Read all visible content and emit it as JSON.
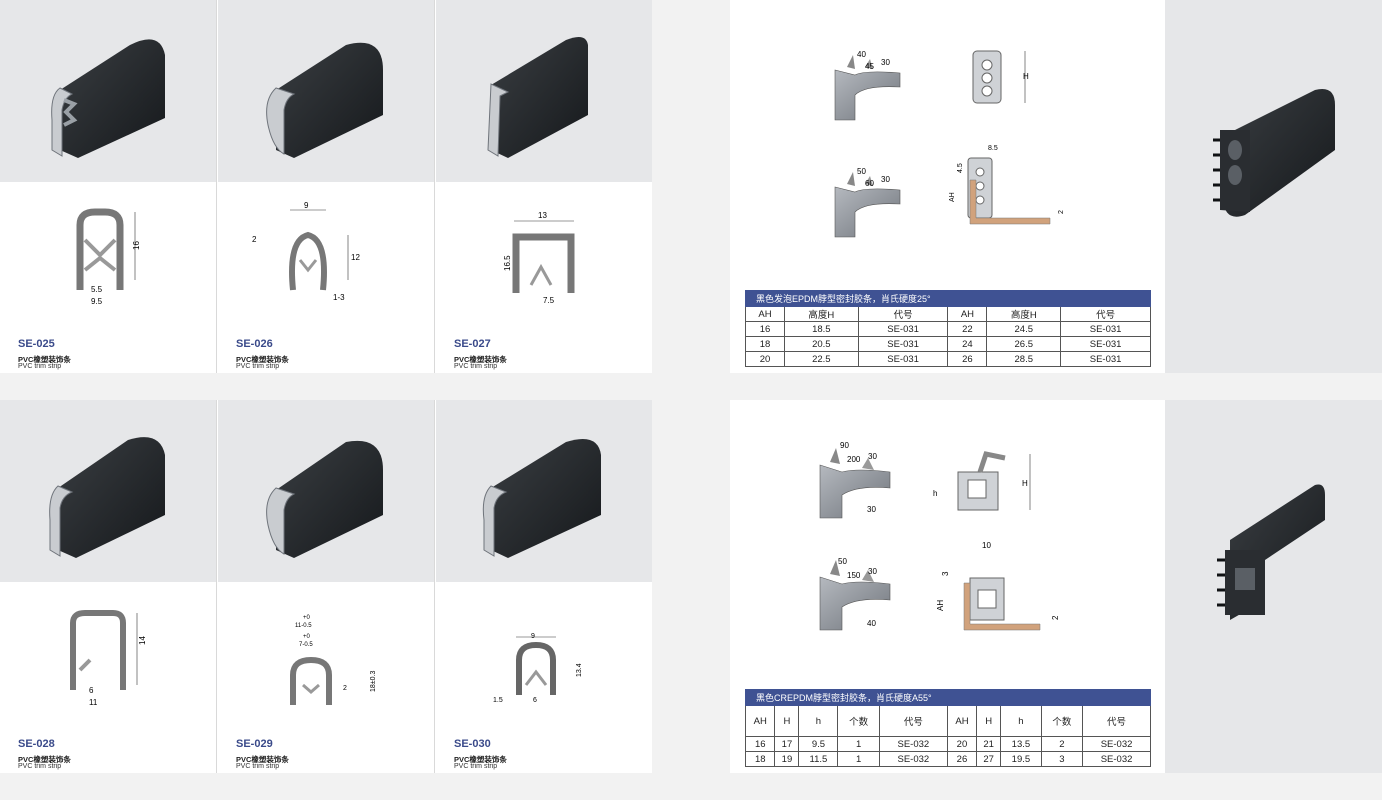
{
  "catalog": {
    "products": [
      {
        "code": "SE-025",
        "name_cn": "PVC橡塑装饰条",
        "name_en": "PVC trim strip",
        "dims": [
          "16",
          "5.5",
          "9.5"
        ]
      },
      {
        "code": "SE-026",
        "name_cn": "PVC橡塑装饰条",
        "name_en": "PVC trim strip",
        "dims": [
          "9",
          "2",
          "12",
          "1-3"
        ]
      },
      {
        "code": "SE-027",
        "name_cn": "PVC橡塑装饰条",
        "name_en": "PVC trim strip",
        "dims": [
          "13",
          "16.5",
          "7.5"
        ]
      },
      {
        "code": "SE-028",
        "name_cn": "PVC橡塑装饰条",
        "name_en": "PVC trim strip",
        "dims": [
          "14",
          "6",
          "11"
        ]
      },
      {
        "code": "SE-029",
        "name_cn": "PVC橡塑装饰条",
        "name_en": "PVC trim strip",
        "dims": [
          "+0",
          "11-0.5",
          "+0",
          "7-0.5",
          "2",
          "18±0.3"
        ]
      },
      {
        "code": "SE-030",
        "name_cn": "PVC橡塑装饰条",
        "name_en": "PVC trim strip",
        "dims": [
          "9",
          "13.4",
          "1.5",
          "6"
        ]
      }
    ],
    "se031": {
      "angles_a": [
        "40",
        "45",
        "30"
      ],
      "angles_b": [
        "50",
        "60",
        "30"
      ],
      "dims": [
        "H",
        "8.5",
        "4.5",
        "AH",
        "2"
      ],
      "caption": "黑色发泡EPDM脖型密封胶条，肖氏硬度25°",
      "headers": [
        "AH",
        "高度H",
        "代号",
        "AH",
        "高度H",
        "代号"
      ],
      "rows": [
        [
          "16",
          "18.5",
          "SE-031",
          "22",
          "24.5",
          "SE-031"
        ],
        [
          "18",
          "20.5",
          "SE-031",
          "24",
          "26.5",
          "SE-031"
        ],
        [
          "20",
          "22.5",
          "SE-031",
          "26",
          "28.5",
          "SE-031"
        ]
      ]
    },
    "se032": {
      "angles_a": [
        "90",
        "200",
        "30",
        "30"
      ],
      "angles_b": [
        "50",
        "150",
        "30",
        "40"
      ],
      "dims": [
        "h",
        "H",
        "10",
        "3",
        "AH",
        "2"
      ],
      "caption": "黑色CREPDM脖型密封胶条，肖氏硬度A55°",
      "headers": [
        "AH",
        "H",
        "h",
        "个数",
        "代号",
        "AH",
        "H",
        "h",
        "个数",
        "代号"
      ],
      "rows": [
        [
          "16",
          "17",
          "9.5",
          "1",
          "SE-032",
          "20",
          "21",
          "13.5",
          "2",
          "SE-032"
        ],
        [
          "18",
          "19",
          "11.5",
          "1",
          "SE-032",
          "26",
          "27",
          "19.5",
          "3",
          "SE-032"
        ]
      ]
    }
  }
}
